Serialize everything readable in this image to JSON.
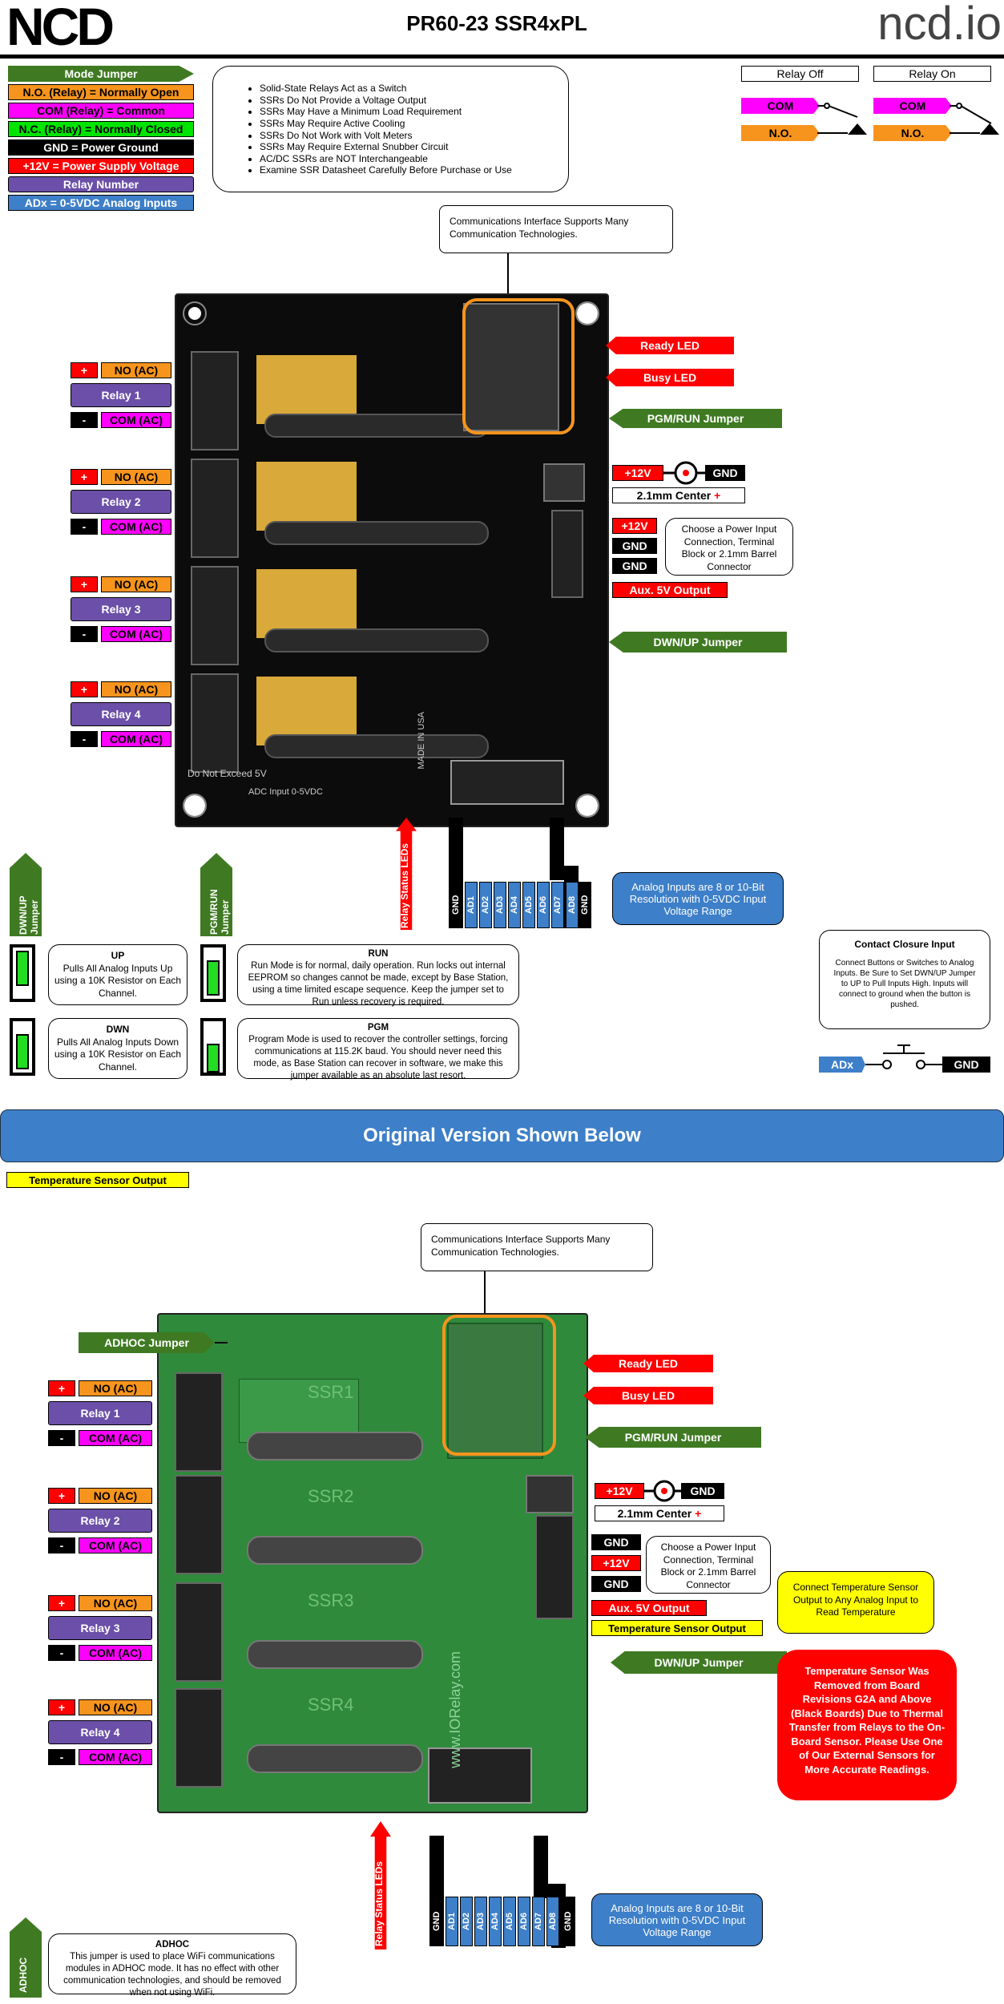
{
  "header": {
    "logo_text": "NCD",
    "title": "PR60-23 SSR4xPL",
    "brand_right": "ncd.io"
  },
  "legend": [
    {
      "label": "Mode Jumper",
      "style": "dgreen"
    },
    {
      "label": "N.O. (Relay) = Normally Open",
      "style": "orange"
    },
    {
      "label": "COM (Relay) = Common",
      "style": "magenta"
    },
    {
      "label": "N.C. (Relay) = Normally Closed",
      "style": "green"
    },
    {
      "label": "GND = Power Ground",
      "style": "black"
    },
    {
      "label": "+12V = Power Supply Voltage",
      "style": "red"
    },
    {
      "label": "Relay Number",
      "style": "purple"
    },
    {
      "label": "ADx = 0-5VDC Analog Inputs",
      "style": "blue"
    }
  ],
  "notes": [
    "Solid-State Relays Act as a Switch",
    "SSRs Do Not Provide a Voltage Output",
    "SSRs May Have a Minimum Load Requirement",
    "SSRs May Require Active Cooling",
    "SSRs Do Not Work with Volt Meters",
    "SSRs May Require External Snubber Circuit",
    "AC/DC SSRs are NOT Interchangeable",
    "Examine SSR Datasheet Carefully Before Purchase or Use"
  ],
  "relay_diagram": {
    "off_label": "Relay Off",
    "on_label": "Relay On",
    "com": "COM",
    "no": "N.O."
  },
  "comm_note": "Communications Interface Supports Many Communication Technologies.",
  "relays": [
    {
      "plus": "+",
      "no": "NO (AC)",
      "name": "Relay 1",
      "minus": "-",
      "com": "COM (AC)"
    },
    {
      "plus": "+",
      "no": "NO (AC)",
      "name": "Relay 2",
      "minus": "-",
      "com": "COM (AC)"
    },
    {
      "plus": "+",
      "no": "NO (AC)",
      "name": "Relay 3",
      "minus": "-",
      "com": "COM (AC)"
    },
    {
      "plus": "+",
      "no": "NO (AC)",
      "name": "Relay 4",
      "minus": "-",
      "com": "COM (AC)"
    }
  ],
  "right_labels": {
    "ready_led": "Ready LED",
    "busy_led": "Busy LED",
    "pgm_run": "PGM/RUN Jumper",
    "v12": "+12V",
    "gnd": "GND",
    "barrel": "2.1mm Center",
    "barrel_plus": "+",
    "power_note": "Choose a Power Input Connection, Terminal Block or 2.1mm Barrel Connector",
    "aux5v": "Aux. 5V Output",
    "dwn_up": "DWN/UP Jumper",
    "temp_out": "Temperature Sensor Output"
  },
  "relay_status_leds": "Relay Status LEDs",
  "adc_pins": [
    "GND",
    "AD1",
    "AD2",
    "AD3",
    "AD4",
    "AD5",
    "AD6",
    "AD7",
    "AD8",
    "GND"
  ],
  "analog_note": "Analog Inputs are 8 or 10-Bit Resolution with 0-5VDC Input Voltage Range",
  "contact_closure": {
    "title": "Contact Closure Input",
    "text": "Connect Buttons or Switches to Analog Inputs.  Be Sure to Set DWN/UP Jumper to UP to Pull Inputs High.  Inputs will connect to ground when the button is pushed.",
    "adx": "ADx",
    "gnd": "GND"
  },
  "jumpers": {
    "dwnup_label": "DWN/UP Jumper",
    "pgmrun_label": "PGM/RUN Jumper",
    "up_title": "UP",
    "up_text": "Pulls All Analog Inputs Up using a 10K Resistor on Each Channel.",
    "dwn_title": "DWN",
    "dwn_text": "Pulls All Analog Inputs Down using a 10K Resistor on Each Channel.",
    "run_title": "RUN",
    "run_text": "Run Mode is for normal, daily operation.  Run locks out internal EEPROM so changes cannot be made, except by Base Station, using a time limited escape sequence.  Keep the jumper set to Run unless recovery is required.",
    "pgm_title": "PGM",
    "pgm_text": "Program Mode is used to recover the controller settings, forcing communications at 115.2K baud.  You should never need this mode, as Base Station can recover in software, we make this jumper available as an absolute last resort."
  },
  "banner": "Original Version Shown Below",
  "temp_legend": "Temperature Sensor Output",
  "adhoc": {
    "label": "ADHOC Jumper",
    "side": "ADHOC",
    "title": "ADHOC",
    "text": "This jumper is used to place WiFi communications modules in ADHOC mode.  It has no effect with other communication technologies, and should be removed when not using WiFi."
  },
  "temp_note": "Connect Temperature Sensor Output to Any Analog Input to Read Temperature",
  "temp_warning": "Temperature Sensor Was Removed from Board Revisions G2A and Above (Black Boards) Due to Thermal Transfer from Relays to the On-Board Sensor.  Please Use One of Our External Sensors for More Accurate Readings.",
  "board_text": {
    "do_not_exceed": "Do Not Exceed 5V",
    "adc_input": "ADC Input 0-5VDC",
    "made_in_usa": "MADE IN USA",
    "ssr": [
      "SSR1",
      "SSR2",
      "SSR3",
      "SSR4"
    ],
    "website": "www.IORelay.com"
  }
}
